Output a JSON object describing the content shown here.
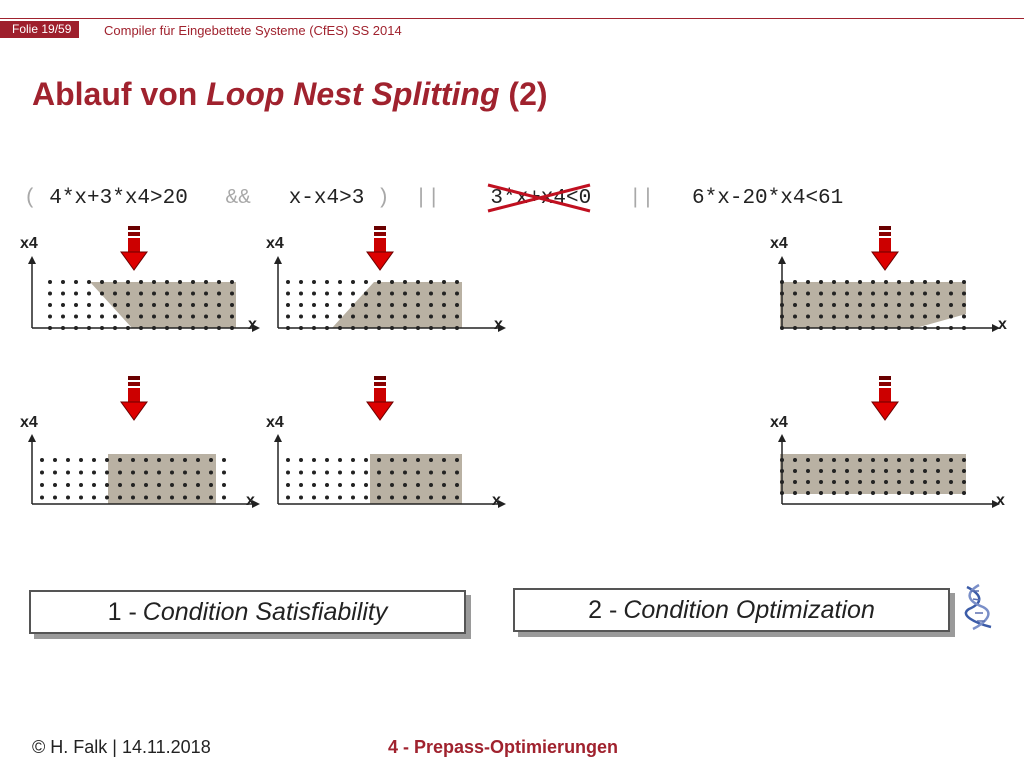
{
  "header": {
    "slide_counter": "Folie 19/59",
    "course": "Compiler für Eingebettete Systeme (CfES) SS 2014"
  },
  "title": {
    "prefix": "Ablauf von ",
    "emphasis": "Loop Nest Splitting",
    "suffix": " (2)"
  },
  "formula": {
    "open": "( ",
    "term1": "4*x+3*x4>20",
    "and": "&&",
    "term2": "x-x4>3",
    "close_or": ")  ||",
    "term3_struck": "3*x+x4<0",
    "or2": "||",
    "term4": "6*x-20*x4<61"
  },
  "axes": {
    "y_label": "x4",
    "x_label": "x"
  },
  "colors": {
    "accent": "#a0222e",
    "shade": "#b9b1a3",
    "arrow_red": "#cc0000"
  },
  "steps": {
    "step1": {
      "number": "1 - ",
      "label": "Condition Satisfiability"
    },
    "step2": {
      "number": "2 - ",
      "label": "Condition Optimization"
    }
  },
  "icons": {
    "dna": "dna-icon",
    "arrow": "down-arrow-icon"
  },
  "footer": {
    "author": "© H. Falk | 14.11.2018",
    "chapter": "4 - Prepass-Optimierungen"
  }
}
